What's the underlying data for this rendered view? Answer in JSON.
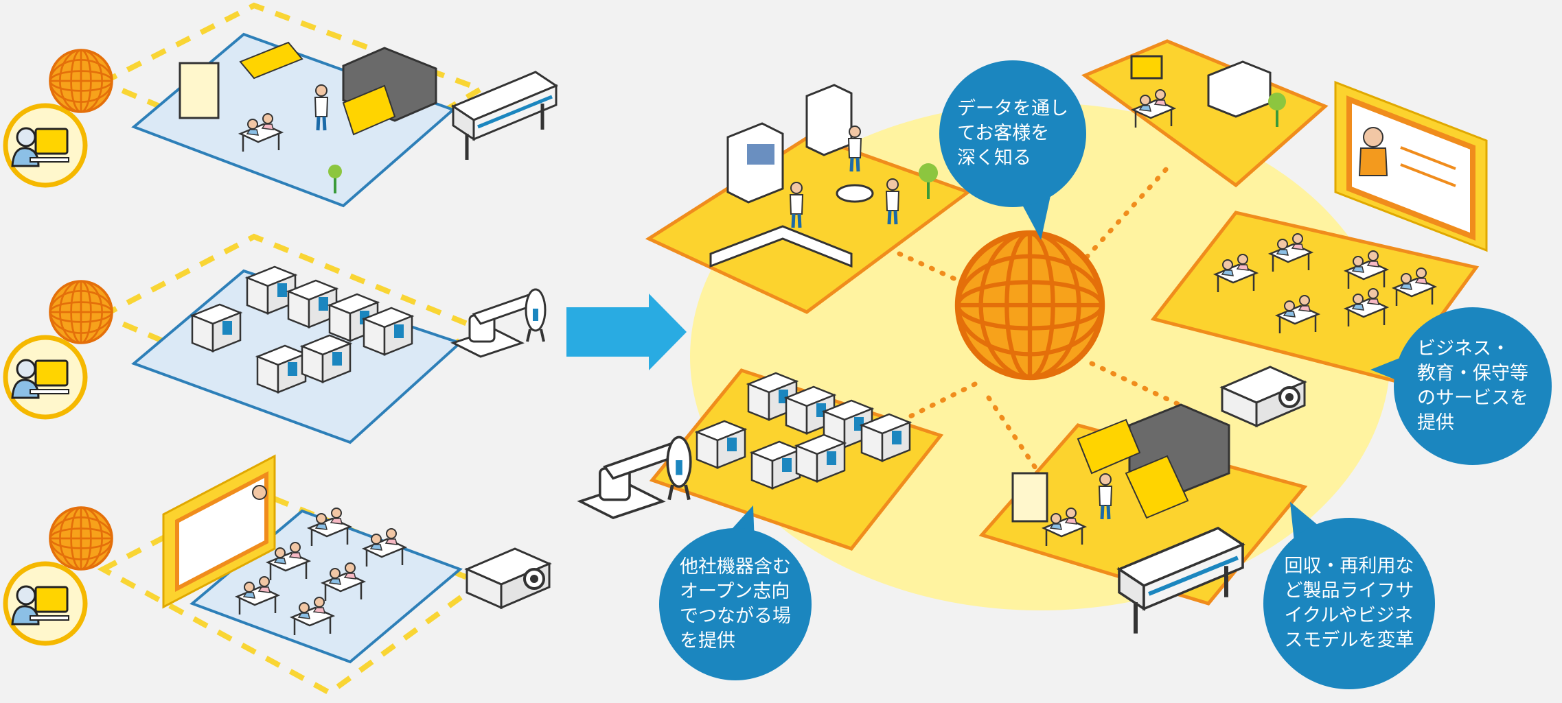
{
  "colors": {
    "background": "#f2f2f2",
    "platform_yellow": "#fcd32e",
    "platform_edge": "#f08c1c",
    "hub_glow": "#fff3a0",
    "globe_orange": "#f39a1e",
    "bubble_blue": "#1b86bf",
    "arrow_blue": "#29abe2",
    "siloed_floor": "#dbe9f6",
    "siloed_edge": "#2d7fb8",
    "dashed_yellow": "#f9d534"
  },
  "icons": {
    "globe": "globe-icon",
    "arrow": "arrow-right-icon",
    "user_pc": "user-at-computer-icon",
    "printer": "large-format-printer-icon",
    "robot": "robot-arm-icon",
    "projector": "projector-icon"
  },
  "callouts": {
    "top": "データを通し\nてお客様を\n深く知る",
    "right": "ビジネス・\n教育・保守等\nのサービスを\n提供",
    "bottom_right": "回収・再利用な\nど製品ライフサ\nイクルやビジネ\nスモデルを変革",
    "bottom_left": "他社機器含む\nオープン志向\nでつながる場\nを提供"
  }
}
